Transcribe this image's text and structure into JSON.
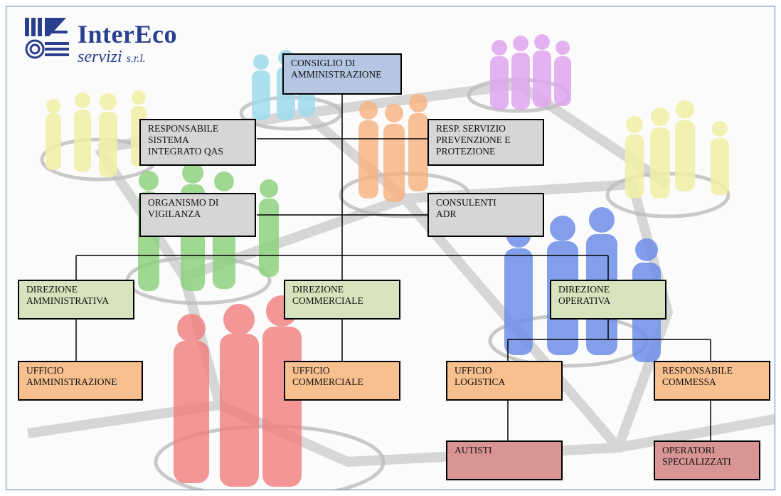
{
  "logo": {
    "brand_part1": "Inter",
    "brand_part2": "Eco",
    "sub": "servizi",
    "suffix": "s.r.l."
  },
  "nodes": {
    "cda": "CONSIGLIO DI\nAMMINISTRAZIONE",
    "rsi": "RESPONSABILE\nSISTEMA\nINTEGRATO QAS",
    "rspp": "RESP. SERVIZIO\nPREVENZIONE E\nPROTEZIONE",
    "odv": "ORGANISMO DI\nVIGILANZA",
    "adr": "CONSULENTI\nADR",
    "dir_amm": "DIREZIONE\nAMMINISTRATIVA",
    "dir_com": "DIREZIONE\nCOMMERCIALE",
    "dir_op": "DIREZIONE\nOPERATIVA",
    "uff_amm": "UFFICIO\nAMMINISTRAZIONE",
    "uff_com": "UFFICIO\nCOMMERCIALE",
    "uff_log": "UFFICIO\nLOGISTICA",
    "resp_comm": "RESPONSABILE\nCOMMESSA",
    "autisti": "AUTISTI",
    "operatori": "OPERATORI\nSPECIALIZZATI"
  },
  "colors": {
    "board": "#b4c6e2",
    "staff": "#d6d6d6",
    "direction": "#d6e3bd",
    "office": "#f8bf8f",
    "operational": "#d99594",
    "brand": "#2a3f8f"
  }
}
